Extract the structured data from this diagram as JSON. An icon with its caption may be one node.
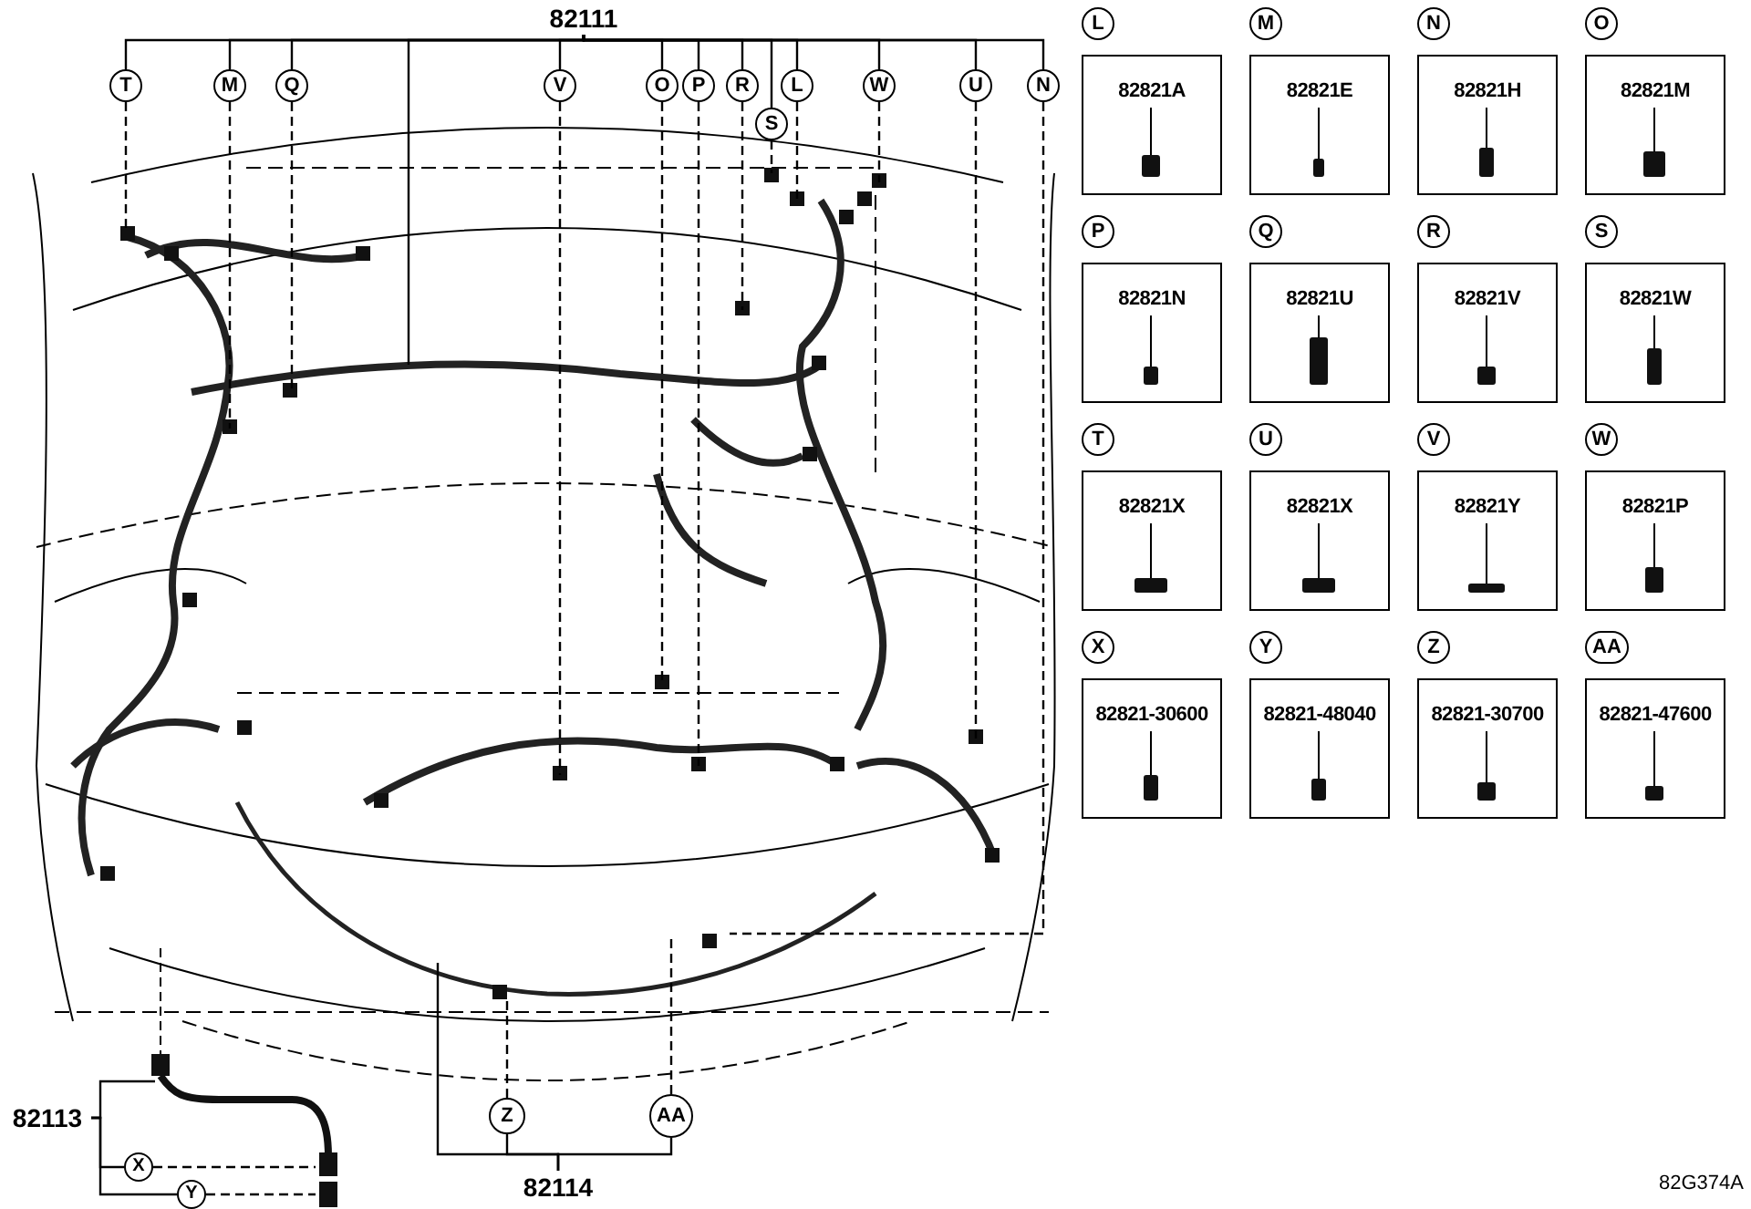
{
  "diagram": {
    "nodes": [
      {
        "text": [
          "82111"
        ]
      },
      {
        "text": [
          "T"
        ]
      },
      {
        "text": [
          "M"
        ]
      },
      {
        "text": [
          "Q"
        ]
      },
      {
        "text": [
          "V"
        ]
      },
      {
        "text": [
          "O"
        ]
      },
      {
        "text": [
          "P"
        ]
      },
      {
        "text": [
          "R"
        ]
      },
      {
        "text": [
          "S"
        ]
      },
      {
        "text": [
          "L"
        ]
      },
      {
        "text": [
          "W"
        ]
      },
      {
        "text": [
          "U"
        ]
      },
      {
        "text": [
          "N"
        ]
      },
      {
        "text": [
          "82113"
        ]
      },
      {
        "text": [
          "X"
        ]
      },
      {
        "text": [
          "Y"
        ]
      },
      {
        "text": [
          "82114"
        ]
      },
      {
        "text": [
          "Z"
        ]
      },
      {
        "text": [
          "AA"
        ]
      },
      {
        "text": [
          "L",
          "82821A"
        ]
      },
      {
        "text": [
          "M",
          "82821E"
        ]
      },
      {
        "text": [
          "N",
          "82821H"
        ]
      },
      {
        "text": [
          "O",
          "82821M"
        ]
      },
      {
        "text": [
          "P",
          "82821N"
        ]
      },
      {
        "text": [
          "Q",
          "82821U"
        ]
      },
      {
        "text": [
          "R",
          "82821V"
        ]
      },
      {
        "text": [
          "S",
          "82821W"
        ]
      },
      {
        "text": [
          "T",
          "82821X"
        ]
      },
      {
        "text": [
          "U",
          "82821X"
        ]
      },
      {
        "text": [
          "V",
          "82821Y"
        ]
      },
      {
        "text": [
          "W",
          "82821P"
        ]
      },
      {
        "text": [
          "X",
          "82821-30600"
        ]
      },
      {
        "text": [
          "Y",
          "82821-48040"
        ]
      },
      {
        "text": [
          "Z",
          "82821-30700"
        ]
      },
      {
        "text": [
          "AA",
          "82821-47600"
        ]
      }
    ],
    "edges": [
      {
        "from": 0,
        "to": 1,
        "arrow": "none"
      },
      {
        "from": 0,
        "to": 2,
        "arrow": "none"
      },
      {
        "from": 0,
        "to": 3,
        "arrow": "none"
      },
      {
        "from": 0,
        "to": 4,
        "arrow": "none"
      },
      {
        "from": 0,
        "to": 5,
        "arrow": "none"
      },
      {
        "from": 0,
        "to": 6,
        "arrow": "none"
      },
      {
        "from": 0,
        "to": 7,
        "arrow": "none"
      },
      {
        "from": 0,
        "to": 8,
        "arrow": "none"
      },
      {
        "from": 0,
        "to": 9,
        "arrow": "none"
      },
      {
        "from": 0,
        "to": 10,
        "arrow": "none"
      },
      {
        "from": 0,
        "to": 11,
        "arrow": "none"
      },
      {
        "from": 0,
        "to": 12,
        "arrow": "none"
      },
      {
        "from": 0,
        "to": null,
        "arrow": "none"
      },
      {
        "from": 1,
        "to": null,
        "arrow": "none",
        "style": "dashed"
      },
      {
        "from": 2,
        "to": null,
        "arrow": "none",
        "style": "dashed"
      },
      {
        "from": 3,
        "to": null,
        "arrow": "none",
        "style": "dashed"
      },
      {
        "from": 4,
        "to": null,
        "arrow": "none",
        "style": "dashed"
      },
      {
        "from": 5,
        "to": null,
        "arrow": "none",
        "style": "dashed"
      },
      {
        "from": 6,
        "to": null,
        "arrow": "none",
        "style": "dashed"
      },
      {
        "from": 7,
        "to": null,
        "arrow": "none",
        "style": "dashed"
      },
      {
        "from": 8,
        "to": null,
        "arrow": "none",
        "style": "dashed"
      },
      {
        "from": 9,
        "to": null,
        "arrow": "none",
        "style": "dashed"
      },
      {
        "from": 10,
        "to": null,
        "arrow": "none",
        "style": "dashed"
      },
      {
        "from": 11,
        "to": null,
        "arrow": "none",
        "style": "dashed"
      },
      {
        "from": 12,
        "to": null,
        "arrow": "none",
        "style": "dashed"
      },
      {
        "from": 13,
        "to": 14,
        "arrow": "none"
      },
      {
        "from": 13,
        "to": 15,
        "arrow": "none"
      },
      {
        "from": 13,
        "to": null,
        "arrow": "none"
      },
      {
        "from": 14,
        "to": null,
        "arrow": "none",
        "style": "dashed"
      },
      {
        "from": 15,
        "to": null,
        "arrow": "none",
        "style": "dashed"
      },
      {
        "from": 16,
        "to": 17,
        "arrow": "none"
      },
      {
        "from": 16,
        "to": 18,
        "arrow": "none"
      },
      {
        "from": 16,
        "to": null,
        "arrow": "none"
      },
      {
        "from": 17,
        "to": null,
        "arrow": "none",
        "style": "dashed"
      },
      {
        "from": 18,
        "to": null,
        "arrow": "none",
        "style": "dashed"
      }
    ],
    "labels": [
      "82G374A"
    ]
  }
}
